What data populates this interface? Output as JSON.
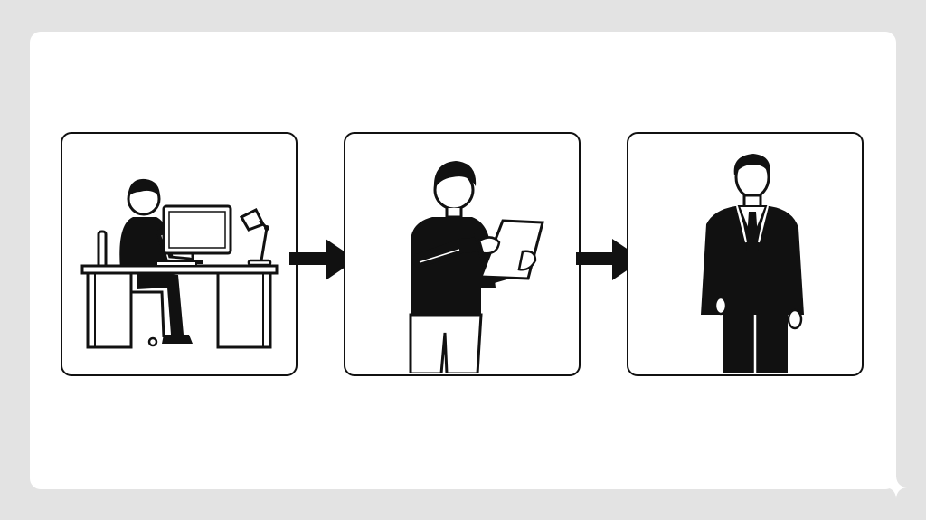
{
  "diagram": {
    "panels": [
      {
        "id": "desk-worker",
        "icon": "person-at-computer-desk-icon"
      },
      {
        "id": "reading",
        "icon": "person-reading-document-icon"
      },
      {
        "id": "suited",
        "icon": "person-in-business-suit-icon"
      }
    ],
    "connectors": [
      "arrow-right-icon",
      "arrow-right-icon"
    ],
    "colors": {
      "background": "#e3e3e3",
      "card": "#ffffff",
      "ink": "#111111"
    }
  }
}
